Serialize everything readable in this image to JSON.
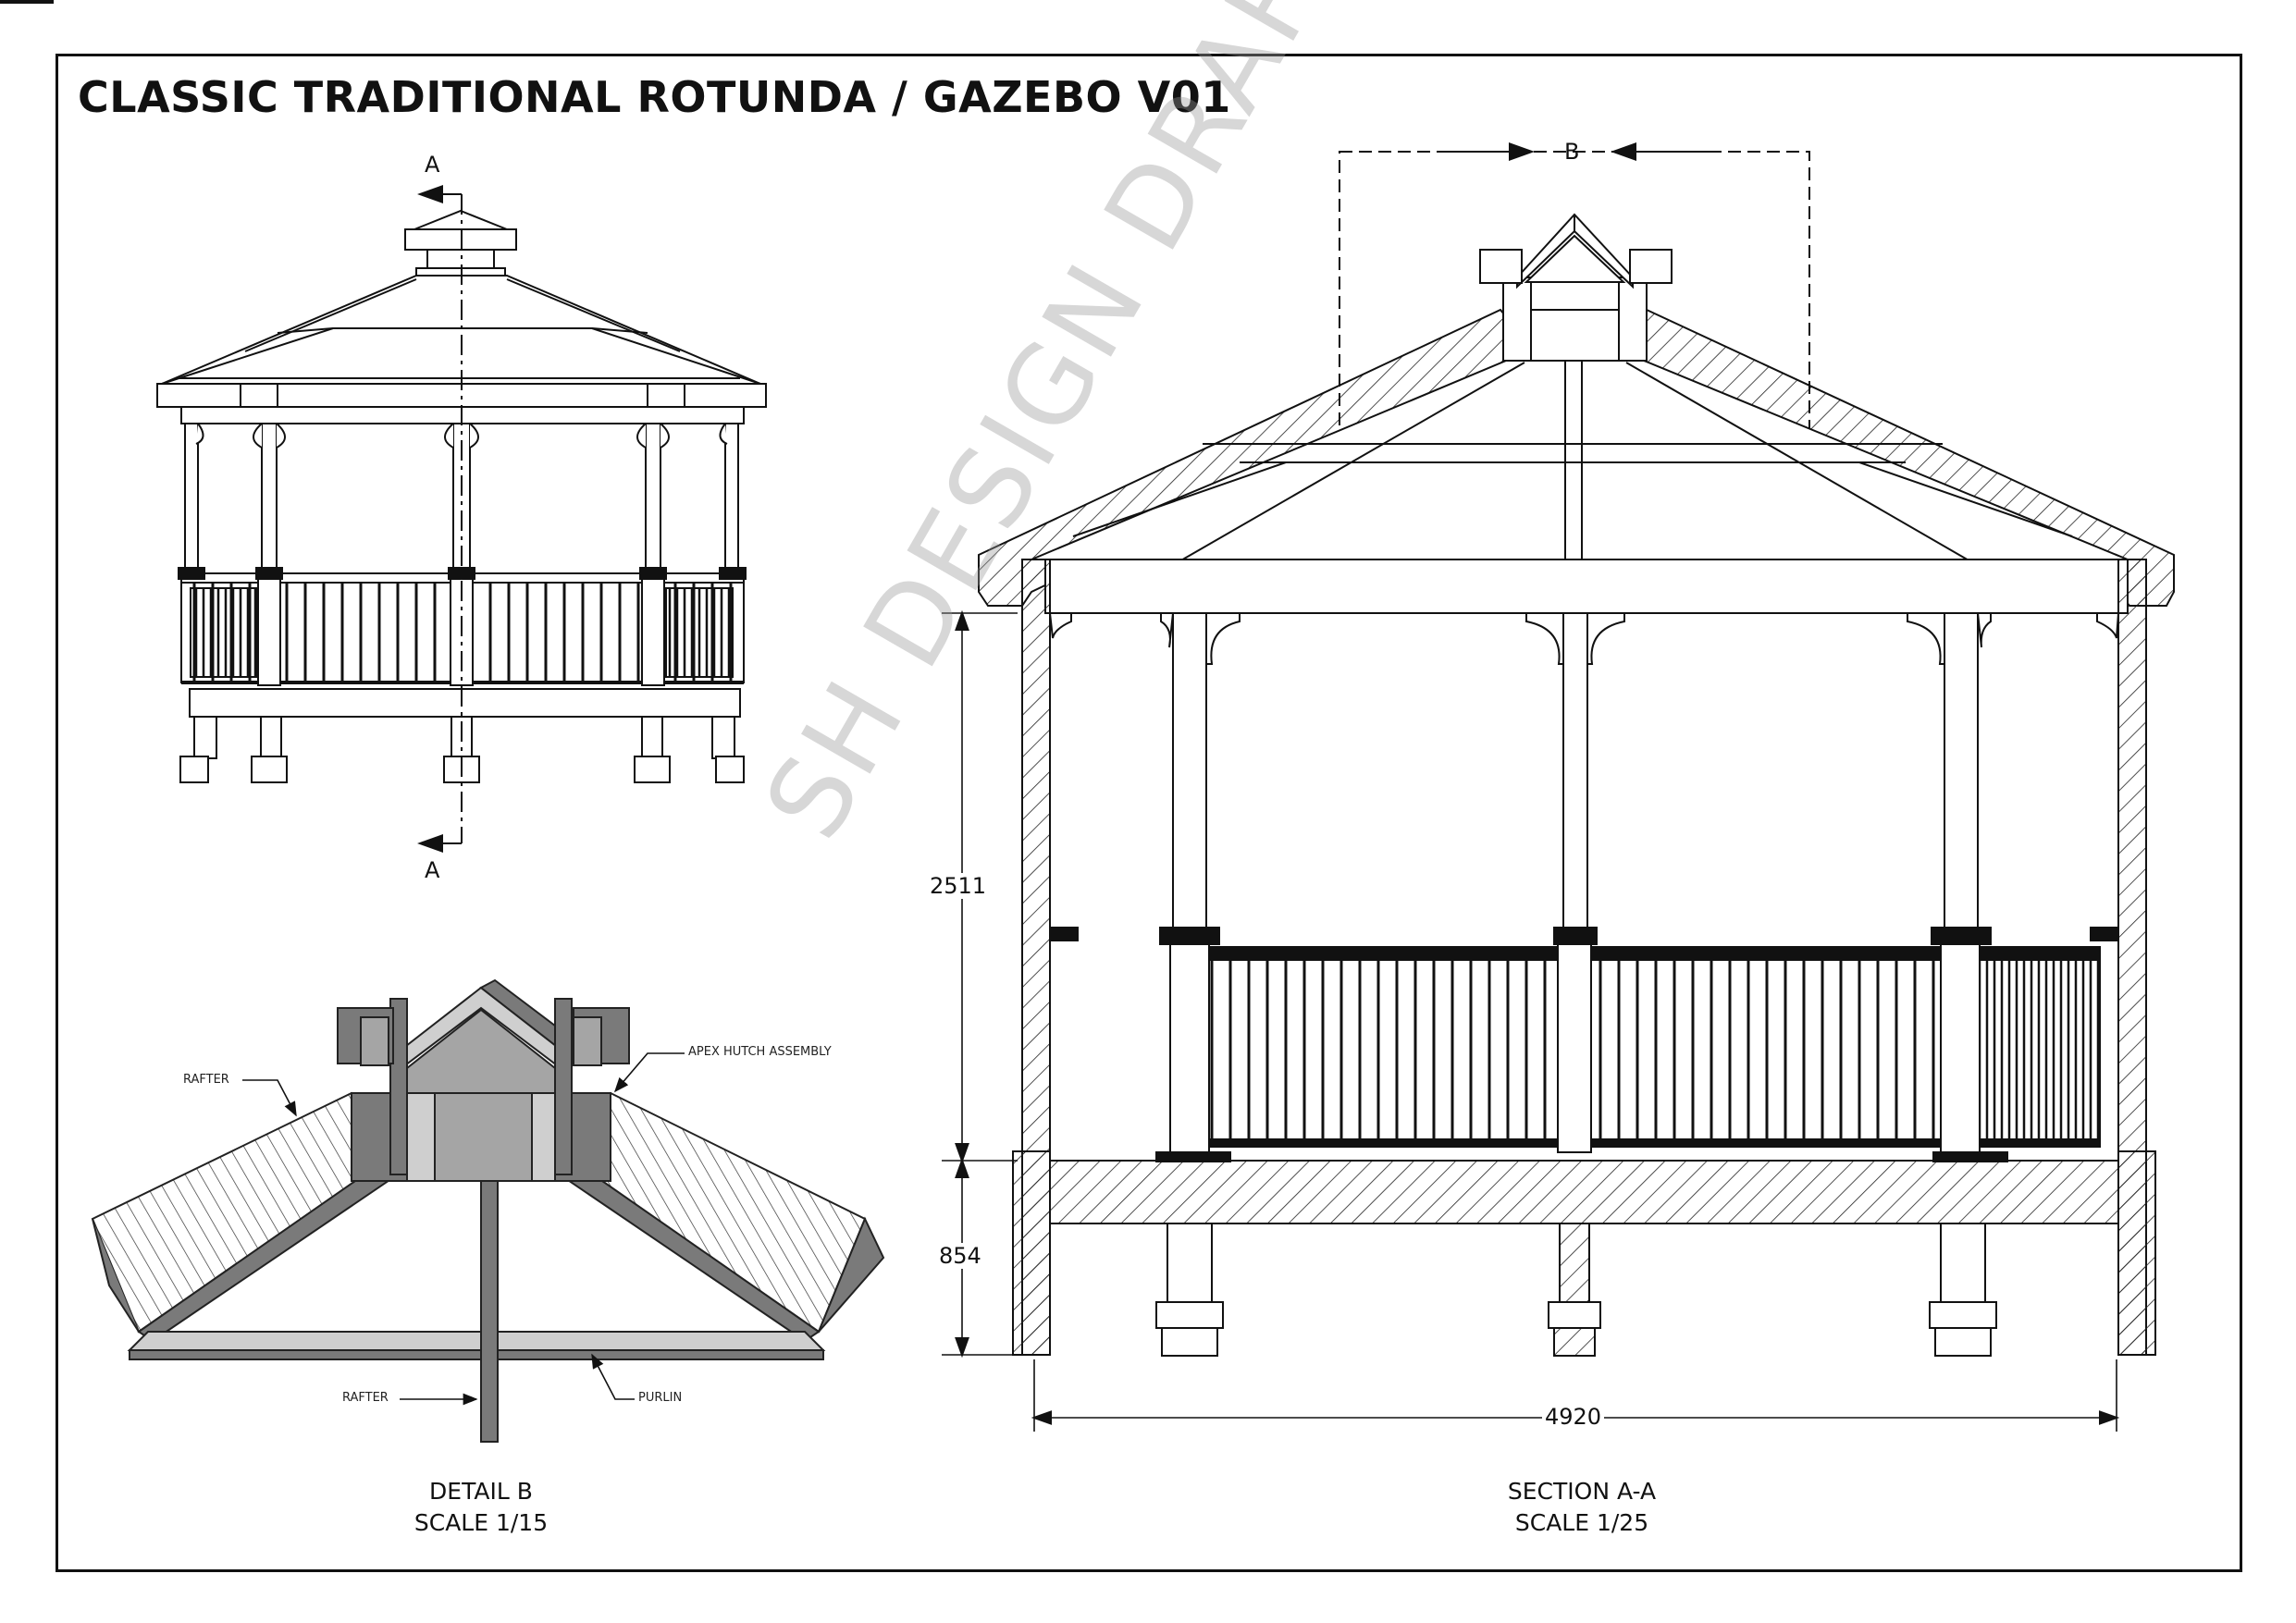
{
  "title": "CLASSIC TRADITIONAL ROTUNDA / GAZEBO V01",
  "watermark": "SH DESIGN DRAFTING",
  "elevation": {
    "section_marker_top": "A",
    "section_marker_bottom": "A"
  },
  "detail_b": {
    "caption_line1": "DETAIL  B",
    "caption_line2": "SCALE 1/15",
    "labels": {
      "rafter_top": "RAFTER",
      "apex": "APEX HUTCH ASSEMBLY",
      "rafter_bottom": "RAFTER",
      "purlin": "PURLIN"
    },
    "colors": {
      "dark": "#7a7a7a",
      "mid": "#a5a5a5",
      "light": "#cfcfcf"
    }
  },
  "section_aa": {
    "caption_line1": "SECTION A-A",
    "caption_line2": "SCALE 1/25",
    "detail_marker": "B",
    "dimensions": {
      "height_upper": "2511",
      "height_lower": "854",
      "width": "4920"
    }
  }
}
